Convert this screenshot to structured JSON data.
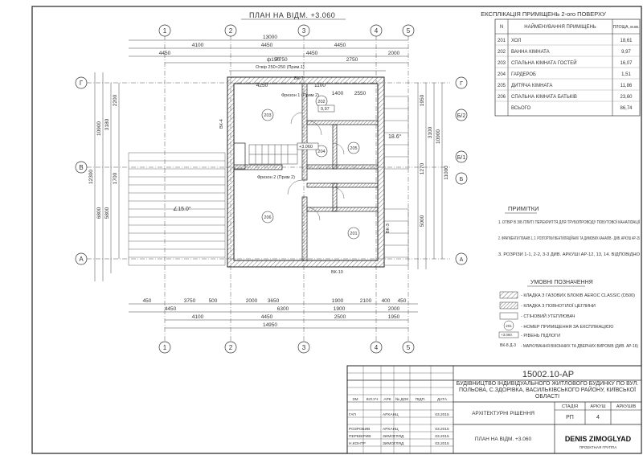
{
  "plan_title": "ПЛАН НА ВІДМ. +3.060",
  "axes": {
    "vertical": [
      "1",
      "2",
      "3",
      "4",
      "5"
    ],
    "horizontal": [
      "Г",
      "В",
      "Б",
      "А"
    ],
    "horizontal_extra": [
      "Б/2",
      "Б/1"
    ]
  },
  "dimensions_top": {
    "overall": "13000",
    "row1": [
      "4100",
      "4450",
      "4450"
    ],
    "row1b": [
      "2000"
    ],
    "row2": [
      "4450",
      "4450",
      "2000"
    ],
    "row3": [
      "P750",
      "ф150",
      "2750"
    ],
    "row4": [
      "4250",
      "1100",
      "1400",
      "2550"
    ]
  },
  "dimensions_bottom": {
    "row1": [
      "450",
      "3750",
      "500",
      "2000",
      "3650",
      "1900",
      "2100",
      "400",
      "450"
    ],
    "row2": [
      "4450",
      "6300",
      "1900",
      "2000"
    ],
    "row3": [
      "4100",
      "4450",
      "2500",
      "1950"
    ],
    "overall": "14950"
  },
  "dimensions_left": [
    "2200",
    "3180",
    "1700",
    "5800",
    "6800",
    "10900",
    "12300"
  ],
  "dimensions_right": [
    "1950",
    "3100",
    "1270",
    "5000",
    "10900",
    "11000"
  ],
  "rooms": [
    {
      "num": "201",
      "area": "18,61"
    },
    {
      "num": "202",
      "area": "9,97"
    },
    {
      "num": "203",
      "area": "16,07"
    },
    {
      "num": "204",
      "area": "1,51"
    },
    {
      "num": "205",
      "area": "11,86"
    },
    {
      "num": "206",
      "area": "23,60"
    }
  ],
  "plan_labels": {
    "shaft1": "Фрезон 1\n(Прим 2)",
    "shaft2": "Фрезон 2\n(Прим 2)",
    "opening": "Отвір 250×250\n(Прим.1)",
    "level": "+3.060",
    "slope1": "∠15.0°",
    "slope2": "18.6°",
    "vk7": "ВК-7",
    "vk10": "ВК-10",
    "vk4": "ВК-4",
    "vk3": "ВК-3"
  },
  "explication": {
    "title": "ЕКСПЛІКАЦІЯ ПРИМІЩЕНЬ 2-ого ПОВЕРХУ",
    "headers": [
      "N",
      "НАЙМЕНУВАННЯ ПРИМІЩЕНЬ",
      "ПЛОЩА, м.кв."
    ],
    "rows": [
      [
        "201",
        "ХОЛ",
        "18,61"
      ],
      [
        "202",
        "ВАННА КІМНАТА",
        "9,97"
      ],
      [
        "203",
        "СПАЛЬНА КІМНАТА ГОСТЕЙ",
        "16,07"
      ],
      [
        "204",
        "ГАРДЕРОБ",
        "1,51"
      ],
      [
        "205",
        "ДИТЯЧА КІМНАТА",
        "11,86"
      ],
      [
        "206",
        "СПАЛЬНА КІМНАТА БАТЬКІВ",
        "23,60"
      ],
      [
        "",
        "ВСЬОГО",
        "86,74"
      ]
    ]
  },
  "notes": {
    "title": "ПРИМІТКИ",
    "items": [
      "1. ОТВІР В З/Б ПЛИТІ ПЕРЕКРИТТЯ ДЛЯ ТРУБОПРОВОДУ ПОБУТОВОЇ КАНАЛІЗАЦІЇ",
      "2. ФРАГМЕНТИ ПЛАНІВ 1, 2. РОЗГОРТКИ ВЕНТИЛЯЦІЙНИХ ТА ДИМОВИХ КАНАЛІВ - ДИВ. АРКУШ АР-15",
      "3. РОЗРІЗИ 1-1, 2-2, 3-3 ДИВ. АРКУШІ АР-12, 13, 14. ВІДПОВІДНО"
    ]
  },
  "legend": {
    "title": "УМОВНІ ПОЗНАЧЕННЯ",
    "items": [
      "- КЛАДКА З ГАЗОВИХ БЛОКІВ AEROC CLASSIC (D500)",
      "- КЛАДКА З ПОВНОТІЛОЇ ЦЕГЛИНИ",
      "- СТІНОВИЙ УТЕПЛЮВАЧ",
      "- НОМЕР ПРИМІЩЕННЯ ЗА ЕКСПЛІКАЦІЄЮ",
      "- РІВЕНЬ ПІДЛОГИ",
      "- МАРКУВАННЯ ВІКОННИХ ТА ДВЕРНИХ ВИРОБІВ (ДИВ. АР-16)"
    ],
    "sym_room": "201",
    "sym_level": "+3.060",
    "sym_marks": "ВК-8\nД-3"
  },
  "title_block": {
    "code": "15002.10-АР",
    "project": "Будівництво індивідуального житлового будинку по вул. Польова, с.Здорівка, Васильківського району, Київської області",
    "section": "АРХІТЕКТУРНІ РІШЕННЯ",
    "sheet_title": "ПЛАН НА ВІДМ. +3.060",
    "col_headers": [
      "ЗМ",
      "КІЛ.УЧ",
      "АРК",
      "№ ДОК",
      "ПІДП.",
      "ДАТА"
    ],
    "stage_headers": [
      "СТАДІЯ",
      "АРКУШ",
      "АРКУШІВ"
    ],
    "stage": "РП",
    "sheet_no": "4",
    "sheets_total": "",
    "gap": "ГАП",
    "rows": [
      [
        "ГАП",
        "АРХАНЦ",
        "03.2015"
      ],
      [
        "РОЗРОБИВ",
        "АРХАНЦ",
        "03.2015"
      ],
      [
        "ПЕРЕВІРИВ",
        "ЗИМОГЛЯД",
        "03.2015"
      ],
      [
        "Н.КОНТР",
        "ЗИМОГЛЯД",
        "03.2015"
      ]
    ],
    "company": "DENIS ZIMOGLYAD",
    "company_sub": "ПРОЕКТНАЯ ГРУППА"
  }
}
